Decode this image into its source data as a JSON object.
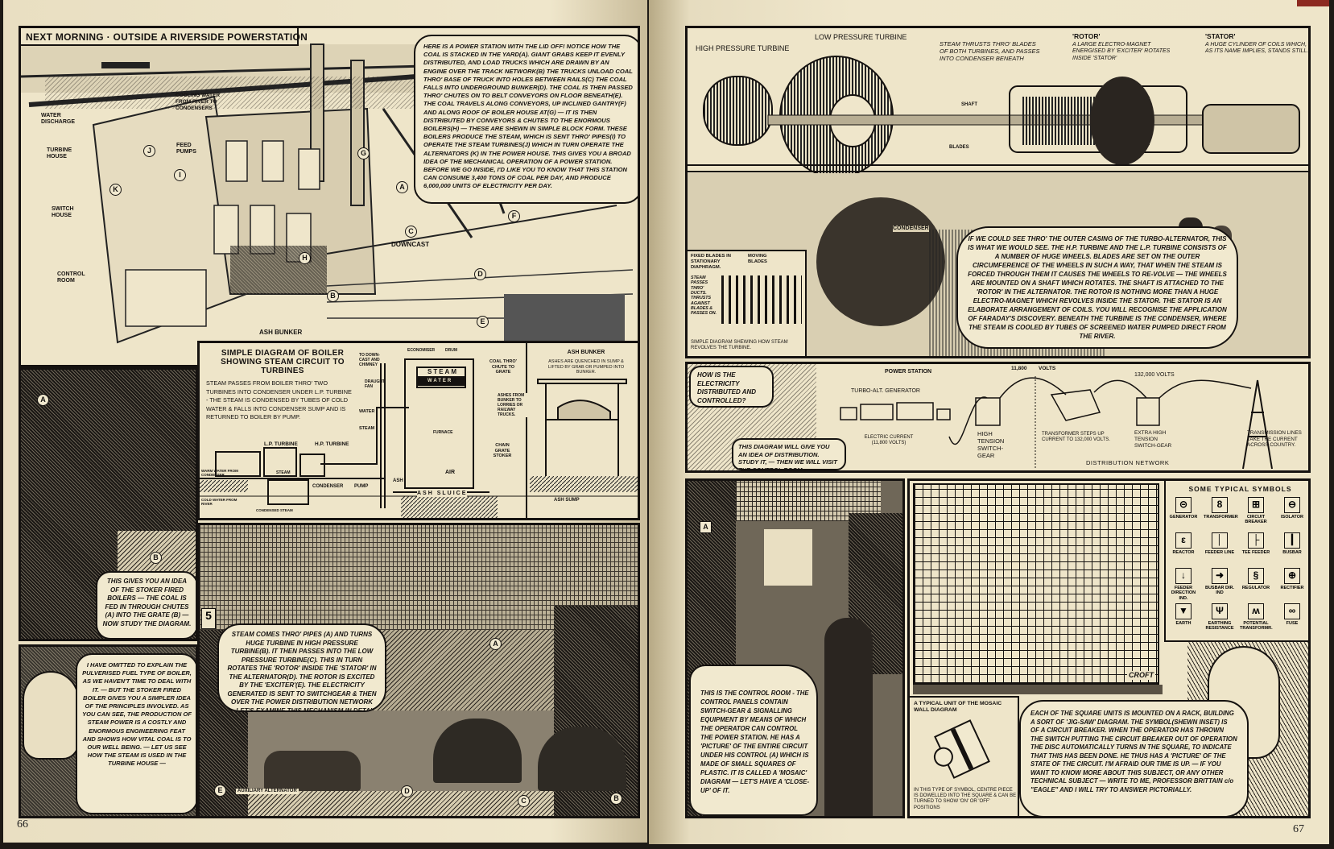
{
  "page_numbers": {
    "left": "66",
    "right": "67"
  },
  "riverside": {
    "title": "NEXT MORNING · OUTSIDE A RIVERSIDE POWERSTATION",
    "labels": {
      "cooling_water": "COOLING WATER FROM RIVER TO CONDENSERS",
      "water_discharge": "WATER DISCHARGE",
      "turbine_house": "TURBINE HOUSE",
      "feed_pumps": "FEED PUMPS",
      "switch_house": "SWITCH HOUSE",
      "control_room": "CONTROL ROOM",
      "ash_bunker": "ASH BUNKER",
      "downcast": "DOWNCAST"
    },
    "markers": [
      "A",
      "B",
      "C",
      "D",
      "E",
      "F",
      "G",
      "H",
      "I",
      "J",
      "K"
    ],
    "bubble": "HERE IS A POWER STATION WITH THE LID OFF! NOTICE HOW THE COAL IS STACKED IN THE YARD(A). GIANT GRABS KEEP IT EVENLY DISTRIBUTED, AND LOAD TRUCKS WHICH ARE DRAWN BY AN ENGINE OVER THE TRACK NETWORK(B) THE TRUCKS UNLOAD COAL THRO' BASE OF TRUCK INTO HOLES BETWEEN RAILS(C) THE COAL FALLS INTO UNDERGROUND BUNKER(D). THE COAL IS THEN PASSED THRO' CHUTES ON TO BELT CONVEYORS ON FLOOR BENEATH(E). THE COAL TRAVELS ALONG CONVEYORS, UP INCLINED GANTRY(F) AND ALONG ROOF OF BOILER HOUSE AT(G) — IT IS THEN DISTRIBUTED BY CONVEYORS & CHUTES TO THE ENORMOUS BOILERS(H) — THESE ARE SHEWN IN SIMPLE BLOCK FORM. THESE BOILERS PRODUCE THE STEAM, WHICH IS SENT THRO' PIPES(I) TO OPERATE THE STEAM TURBINES(J) WHICH IN TURN OPERATE THE ALTERNATORS (K) IN THE POWER HOUSE. THIS GIVES YOU A BROAD IDEA OF THE MECHANICAL OPERATION OF A POWER STATION. BEFORE WE GO INSIDE, I'D LIKE YOU TO KNOW THAT THIS STATION CAN CONSUME 3,400 TONS OF COAL PER DAY, AND PRODUCE 6,000,000 UNITS OF ELECTRICITY PER DAY."
  },
  "stoker": {
    "markers": [
      "A",
      "B"
    ],
    "bubble": "THIS GIVES YOU AN IDEA OF THE STOKER FIRED BOILERS — THE COAL IS FED IN THROUGH CHUTES (A) INTO THE GRATE (B) — NOW STUDY THE DIAGRAM."
  },
  "boiler_diagram": {
    "title": "SIMPLE DIAGRAM OF BOILER SHOWING STEAM CIRCUIT TO TURBINES",
    "text": "STEAM PASSES FROM BOILER THRO' TWO TURBINES INTO CONDENSER UNDER L.P. TURBINE - THE STEAM IS CONDENSED BY TUBES OF COLD WATER & FALLS INTO CONDENSER SUMP AND IS RETURNED TO BOILER BY PUMP.",
    "labels": {
      "lp_turbine": "L.P. TURBINE",
      "hp_turbine": "H.P. TURBINE",
      "downcast": "TO DOWN-CAST AND CHIMNEY",
      "draught_fan": "DRAUGHT FAN",
      "economiser": "ECONOMISER",
      "drum": "DRUM",
      "drum_steam": "STEAM",
      "drum_water": "WATER",
      "water": "WATER",
      "steam": "STEAM",
      "furnace": "FURNACE",
      "coal_chute": "COAL THRO' CHUTE TO GRATE",
      "stoker": "CHAIN GRATE STOKER",
      "air": "AIR",
      "ash": "ASH",
      "ash_sluice": "ASH SLUICE",
      "pump": "PUMP",
      "condenser": "CONDENSER",
      "condenser_steam": "STEAM",
      "warm_water": "WARM WATER FROM CONDENSER",
      "cold_water": "COLD WATER FROM RIVER",
      "condensed_steam": "CONDENSED STEAM"
    },
    "ash_bunker": {
      "title": "ASH BUNKER",
      "text": "ASHES ARE QUENCHED IN SUMP & LIFTED BY GRAB OR PUMPED INTO BUNKER.",
      "lorries": "ASHES FROM BUNKER TO LORRIES OR RAILWAY TRUCKS.",
      "sump": "ASH SUMP"
    }
  },
  "professor_left": {
    "bubble": "I HAVE OMITTED TO EXPLAIN THE PULVERISED FUEL TYPE OF BOILER, AS WE HAVEN'T TIME TO DEAL WITH IT. — BUT THE STOKER FIRED BOILER GIVES YOU A SIMPLER IDEA OF THE PRINCIPLES INVOLVED. AS YOU CAN SEE, THE PRODUCTION OF STEAM POWER IS A COSTLY AND ENORMOUS ENGINEERING FEAT AND SHOWS HOW VITAL COAL IS TO OUR WELL BEING. — LET US SEE HOW THE STEAM IS USED IN THE TURBINE HOUSE —"
  },
  "turbine_hall": {
    "bubble": "STEAM COMES THRO' PIPES (A) AND TURNS HUGE TURBINE IN HIGH PRESSURE TURBINE(B). IT THEN PASSES INTO THE LOW PRESSURE TURBINE(C). THIS IN TURN ROTATES THE 'ROTOR' INSIDE THE 'STATOR' IN THE ALTERNATOR(D). THE ROTOR IS EXCITED BY THE 'EXCITER'(E). THE ELECTRICITY GENERATED IS SENT TO SWITCHGEAR & THEN OVER THE POWER DISTRIBUTION NETWORK — LET'S EXAMINE THIS MECHANISM IN DETAIL",
    "aux_alternator": "AUXILIARY ALTERNATOR",
    "bay_number": "5",
    "markers": [
      "A",
      "B",
      "C",
      "D",
      "E"
    ]
  },
  "turbine_cutaway": {
    "hp_turbine": "HIGH PRESSURE TURBINE",
    "lp_turbine": "LOW PRESSURE TURBINE",
    "steam_thrusts": "STEAM THRUSTS THRO' BLADES OF BOTH TURBINES, AND PASSES INTO CONDENSER BENEATH",
    "rotor_title": "'ROTOR'",
    "rotor_text": "A LARGE ELECTRO-MAGNET ENERGISED BY 'EXCITER' ROTATES INSIDE 'STATOR'",
    "stator_title": "'STATOR'",
    "stator_text": "A HUGE CYLINDER OF COILS WHICH, AS ITS NAME IMPLIES, STANDS STILL.",
    "shaft": "SHAFT",
    "blades": "BLADES",
    "condenser": "CONDENSER",
    "inset": {
      "fixed_blades": "FIXED BLADES IN STATIONARY DIAPHRAGM.",
      "moving_blades": "MOVING BLADES",
      "steam_passes": "STEAM PASSES THRO' DUCTS. THRUSTS AGAINST BLADES & PASSES ON.",
      "caption": "SIMPLE DIAGRAM SHEWING HOW STEAM REVOLVES THE TURBINE."
    },
    "bubble": "IF WE COULD SEE THRO' THE OUTER CASING OF THE TURBO-ALTERNATOR, THIS IS WHAT WE WOULD SEE. THE H.P. TURBINE AND THE L.P. TURBINE CONSISTS OF A NUMBER OF HUGE WHEELS. BLADES ARE SET ON THE OUTER CIRCUMFERENCE OF THE WHEELS IN SUCH A WAY, THAT WHEN THE STEAM IS FORCED THROUGH THEM IT CAUSES THE WHEELS TO RE-VOLVE — THE WHEELS ARE MOUNTED ON A SHAFT WHICH ROTATES. THE SHAFT IS ATTACHED TO THE 'ROTOR' IN THE ALTERNATOR. THE ROTOR IS NOTHING MORE THAN A HUGE ELECTRO-MAGNET WHICH REVOLVES INSIDE THE STATOR. THE STATOR IS AN ELABORATE ARRANGEMENT OF COILS. YOU WILL RECOGNISE THE APPLICATION OF FARADAY'S DISCOVERY. BENEATH THE TURBINE IS THE CONDENSER, WHERE THE STEAM IS COOLED BY TUBES OF SCREENED WATER PUMPED DIRECT FROM THE RIVER."
  },
  "distribution": {
    "question": "HOW IS THE ELECTRICITY DISTRIBUTED AND CONTROLLED?",
    "answer": "THIS DIAGRAM WILL GIVE YOU AN IDEA OF DISTRIBUTION. STUDY IT, — THEN WE WILL VISIT THE CONTROL ROOM.",
    "power_station": "POWER STATION",
    "generator": "TURBO-ALT. GENERATOR",
    "current": "ELECTRIC CURRENT (11,800 VOLTS)",
    "volts_11800": "11,800",
    "volts_word": "VOLTS",
    "volts_132000": "132,000 VOLTS",
    "ht_switchgear": "HIGH TENSION SWITCH-GEAR",
    "transformer": "TRANSFORMER STEPS UP CURRENT TO 132,000 VOLTS.",
    "eht_switchgear": "EXTRA HIGH TENSION SWITCH-GEAR",
    "transmission": "TRANSMISSION LINES TAKE THE CURRENT ACROSS COUNTRY.",
    "network": "DISTRIBUTION NETWORK"
  },
  "control_room": {
    "marker": "A",
    "bubble": "THIS IS THE CONTROL ROOM - THE CONTROL PANELS CONTAIN SWITCH-GEAR & SIGNALLING EQUIPMENT BY MEANS OF WHICH THE OPERATOR CAN CONTROL THE POWER STATION. HE HAS A 'PICTURE' OF THE ENTIRE CIRCUIT UNDER HIS CONTROL (A) WHICH IS MADE OF SMALL SQUARES OF PLASTIC. IT IS CALLED A 'MOSAIC' DIAGRAM — LET'S HAVE A 'CLOSE-UP' OF IT."
  },
  "mosaic": {
    "unit_title": "A TYPICAL UNIT OF THE MOSAIC WALL DIAGRAM",
    "unit_caption": "IN THIS TYPE OF SYMBOL, CENTRE PIECE IS DOWELLED INTO THE SQUARE & CAN BE TURNED TO SHOW 'ON' OR 'OFF' POSITIONS",
    "signature": "CROFT",
    "bubble": "EACH OF THE SQUARE UNITS IS MOUNTED ON A RACK, BUILDING A SORT OF 'JIG-SAW' DIAGRAM. THE SYMBOL(SHEWN INSET) IS OF A CIRCUIT BREAKER. WHEN THE OPERATOR HAS THROWN THE SWITCH PUTTING THE CIRCUIT BREAKER OUT OF OPERATION THE DISC AUTOMATICALLY TURNS IN THE SQUARE, TO INDICATE THAT THIS HAS BEEN DONE. HE THUS HAS A 'PICTURE' OF THE STATE OF THE CIRCUIT. I'M AFRAID OUR TIME IS UP. — IF YOU WANT TO KNOW MORE ABOUT THIS SUBJECT, OR ANY OTHER TECHNICAL SUBJECT — WRITE TO ME, PROFESSOR BRITTAIN c/o \"EAGLE\" AND I WILL TRY TO ANSWER PICTORIALLY.",
    "symbols_title": "SOME TYPICAL SYMBOLS",
    "symbols": [
      {
        "label": "GENERATOR",
        "icon": "generator-icon",
        "glyph": "⊝"
      },
      {
        "label": "TRANSFORMER",
        "icon": "transformer-icon",
        "glyph": "8"
      },
      {
        "label": "CIRCUIT BREAKER",
        "icon": "circuit-breaker-icon",
        "glyph": "⊞"
      },
      {
        "label": "ISOLATOR",
        "icon": "isolator-icon",
        "glyph": "⊖"
      },
      {
        "label": "REACTOR",
        "icon": "reactor-icon",
        "glyph": "ε"
      },
      {
        "label": "FEEDER LINE",
        "icon": "feeder-line-icon",
        "glyph": "│"
      },
      {
        "label": "TEE FEEDER",
        "icon": "tee-feeder-icon",
        "glyph": "├"
      },
      {
        "label": "BUSBAR",
        "icon": "busbar-icon",
        "glyph": "┃"
      },
      {
        "label": "FEEDER DIRECTION IND.",
        "icon": "feeder-direction-icon",
        "glyph": "↓"
      },
      {
        "label": "BUSBAR DIR. IND",
        "icon": "busbar-direction-icon",
        "glyph": "➜"
      },
      {
        "label": "REGULATOR",
        "icon": "regulator-icon",
        "glyph": "§"
      },
      {
        "label": "RECTIFIER",
        "icon": "rectifier-icon",
        "glyph": "⊕"
      },
      {
        "label": "EARTH",
        "icon": "earth-icon",
        "glyph": "▼"
      },
      {
        "label": "EARTHING RESISTANCE",
        "icon": "earthing-resistance-icon",
        "glyph": "Ψ"
      },
      {
        "label": "POTENTIAL TRANSFORMR.",
        "icon": "potential-transformer-icon",
        "glyph": "ʍ"
      },
      {
        "label": "FUSE",
        "icon": "fuse-icon",
        "glyph": "∞"
      }
    ]
  }
}
